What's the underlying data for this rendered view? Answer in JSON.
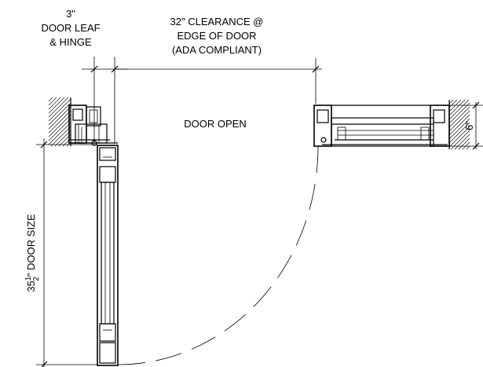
{
  "labels": {
    "leaf_width": "3\"",
    "leaf_line1": "DOOR LEAF",
    "leaf_line2": "& HINGE",
    "clearance_line1": "32\" CLEARANCE @",
    "clearance_line2": "EDGE OF DOOR",
    "clearance_line3": "(ADA COMPLIANT)",
    "door_open": "DOOR OPEN",
    "door_size_whole": "35",
    "door_size_num": "1",
    "door_size_den": "2",
    "door_size_rest": "\" DOOR SIZE",
    "right_jamb": "6\""
  },
  "colors": {
    "line": "#000000",
    "background": "#ffffff"
  }
}
